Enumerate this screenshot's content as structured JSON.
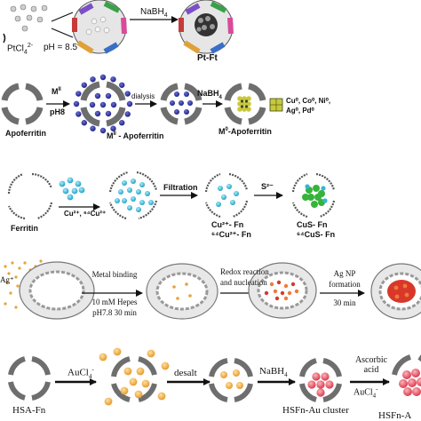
{
  "row1": {
    "precursor": "PtCl",
    "precursor_sub": "4",
    "precursor_sup": "2-",
    "ph": "pH = 8.5",
    "reagent": "NaBH",
    "reagent_sub": "4",
    "product": "Pt-Ft"
  },
  "row2": {
    "metal_top": "M",
    "metal_top_sup": "II",
    "ph": "pH8",
    "dialysis": "dialysis",
    "reagent": "NaBH",
    "reagent_sub": "4",
    "label_apo": "Apoferritin",
    "label_mii": "M",
    "label_mii_sup": "II",
    "label_mii_rest": " - Apoferritin",
    "label_m0": "M",
    "label_m0_sup": "0",
    "label_m0_rest": "-Apoferritin",
    "legend_line1": "Cu⁰, Co⁰, Ni⁰,",
    "legend_line2": "Ag⁰, Pd⁰"
  },
  "row3": {
    "ions": "Cu²⁺, ⁶⁴Cu²⁺",
    "filtration": "Filtration",
    "sulfide": "S²⁻",
    "label_ferritin": "Ferritin",
    "label_cufn_1": "Cu²⁺- Fn",
    "label_cufn_2": "⁶⁴Cu²⁺- Fn",
    "label_cus_1": "CuS- Fn",
    "label_cus_2": "⁶⁴CuS- Fn"
  },
  "row4": {
    "ag_ion": "Ag⁺",
    "step1_line1": "Metal binding",
    "step1_line2": "10 mM Hepes",
    "step1_line3": "pH7.8  30 min",
    "step2_line1": "Redox reaction",
    "step2_line2": "and nucleation",
    "step3_line1": "Ag NP",
    "step3_line2": "formation",
    "step3_line3": "30 min"
  },
  "row5": {
    "reagent1": "AuCl",
    "reagent1_sub": "4",
    "reagent1_sup": "-",
    "desalt": "desalt",
    "reagent2": "NaBH",
    "reagent2_sub": "4",
    "reagent3_line1": "Ascorbic",
    "reagent3_line2": "acid",
    "reagent3b": "AuCl",
    "reagent3b_sub": "4",
    "reagent3b_sup": "-",
    "label_hsa": "HSA-Fn",
    "label_cluster": "HSFn-Au cluster",
    "label_cut": "HSFn-A"
  },
  "colors": {
    "cage": "#7a7a7a",
    "cage_dark": "#3c3c3c",
    "blue_ion": "#2b2f99",
    "cyan_ion": "#33b6d6",
    "green_core": "#36b33a",
    "yellow_core": "#d8d93a",
    "orange_dot": "#e6a23c",
    "gold_ball": "#f1b04a",
    "red_core": "#d8382a",
    "pink_cluster": "#ef5c6c"
  }
}
